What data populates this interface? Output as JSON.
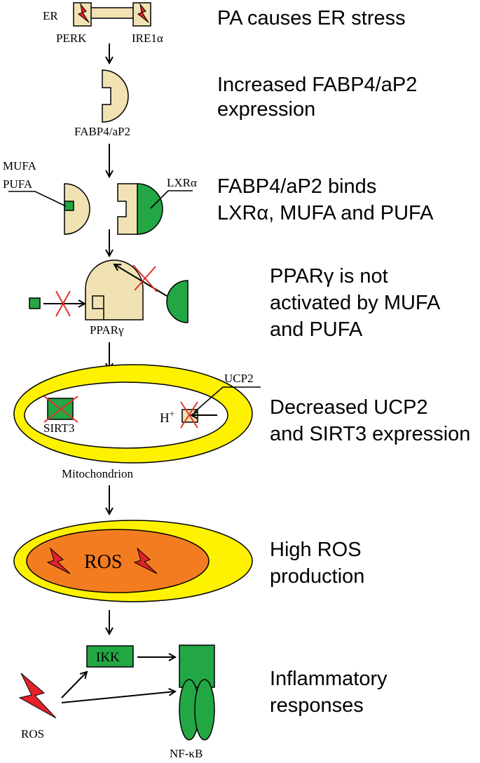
{
  "steps": [
    {
      "line1": "PA causes  ER stress",
      "line2": ""
    },
    {
      "line1": "Increased FABP4/aP2",
      "line2": "expression"
    },
    {
      "line1": "FABP4/aP2  binds",
      "line2": "LXRα, MUFA and  PUFA"
    },
    {
      "line1": "PPARγ is not",
      "line2": "activated by MUFA",
      "line3": "and PUFA"
    },
    {
      "line1": "Decreased UCP2",
      "line2": "and SIRT3 expression"
    },
    {
      "line1": "High ROS",
      "line2": "production"
    },
    {
      "line1": "Inflammatory",
      "line2": "responses"
    }
  ],
  "labels": {
    "er": "ER",
    "perk": "PERK",
    "ire1a": "IRE1α",
    "fabp4": "FABP4/aP2",
    "mufa": "MUFA",
    "pufa": "PUFA",
    "lxra": "LXRα",
    "pparg": "PPARγ",
    "ucp2": "UCP2",
    "h": "H",
    "h_sup": "+",
    "sirt3": "SIRT3",
    "mitochondrion": "Mitochondrion",
    "ros_center": "ROS",
    "ikk": "IKK",
    "ros": "ROS",
    "nfkb": "NF-κB"
  },
  "colors": {
    "cream": "#f1e2b4",
    "green": "#22a744",
    "yellow": "#fff200",
    "orange": "#f47c20",
    "red": "#e3322b"
  }
}
